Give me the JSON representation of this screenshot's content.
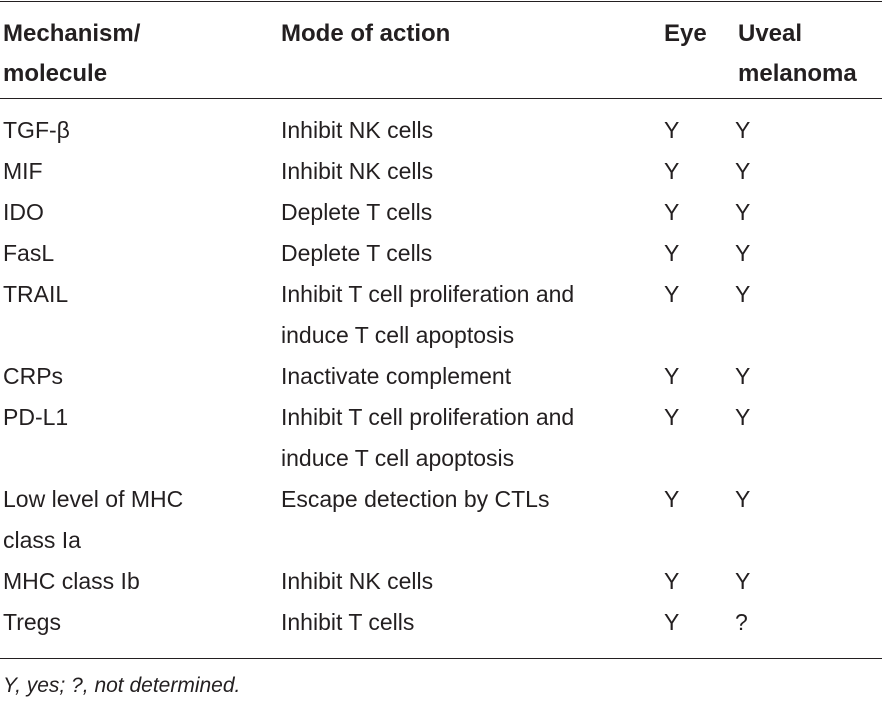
{
  "table": {
    "headers": {
      "mechanism": "Mechanism/ molecule",
      "mechanism_line1": "Mechanism/",
      "mechanism_line2": "molecule",
      "mode": "Mode of action",
      "eye": "Eye",
      "uveal_line1": "Uveal",
      "uveal_line2": "melanoma"
    },
    "rows": [
      {
        "mechanism": [
          "TGF-β"
        ],
        "mode": [
          "Inhibit NK cells"
        ],
        "eye": "Y",
        "uveal": "Y"
      },
      {
        "mechanism": [
          "MIF"
        ],
        "mode": [
          "Inhibit NK cells"
        ],
        "eye": "Y",
        "uveal": "Y"
      },
      {
        "mechanism": [
          "IDO"
        ],
        "mode": [
          "Deplete T cells"
        ],
        "eye": "Y",
        "uveal": "Y"
      },
      {
        "mechanism": [
          "FasL"
        ],
        "mode": [
          "Deplete T cells"
        ],
        "eye": "Y",
        "uveal": "Y"
      },
      {
        "mechanism": [
          "TRAIL"
        ],
        "mode": [
          "Inhibit T cell proliferation and",
          "induce T cell apoptosis"
        ],
        "eye": "Y",
        "uveal": "Y"
      },
      {
        "mechanism": [
          "CRPs"
        ],
        "mode": [
          "Inactivate complement"
        ],
        "eye": "Y",
        "uveal": "Y"
      },
      {
        "mechanism": [
          "PD-L1"
        ],
        "mode": [
          "Inhibit T cell proliferation and",
          "induce T cell apoptosis"
        ],
        "eye": "Y",
        "uveal": "Y"
      },
      {
        "mechanism": [
          "Low level of MHC",
          "class Ia"
        ],
        "mode": [
          "Escape detection by CTLs"
        ],
        "eye": "Y",
        "uveal": "Y"
      },
      {
        "mechanism": [
          "MHC class Ib"
        ],
        "mode": [
          "Inhibit NK cells"
        ],
        "eye": "Y",
        "uveal": "Y"
      },
      {
        "mechanism": [
          "Tregs"
        ],
        "mode": [
          "Inhibit T cells"
        ],
        "eye": "Y",
        "uveal": "?"
      }
    ]
  },
  "footnote": "Y, yes; ?, not determined."
}
